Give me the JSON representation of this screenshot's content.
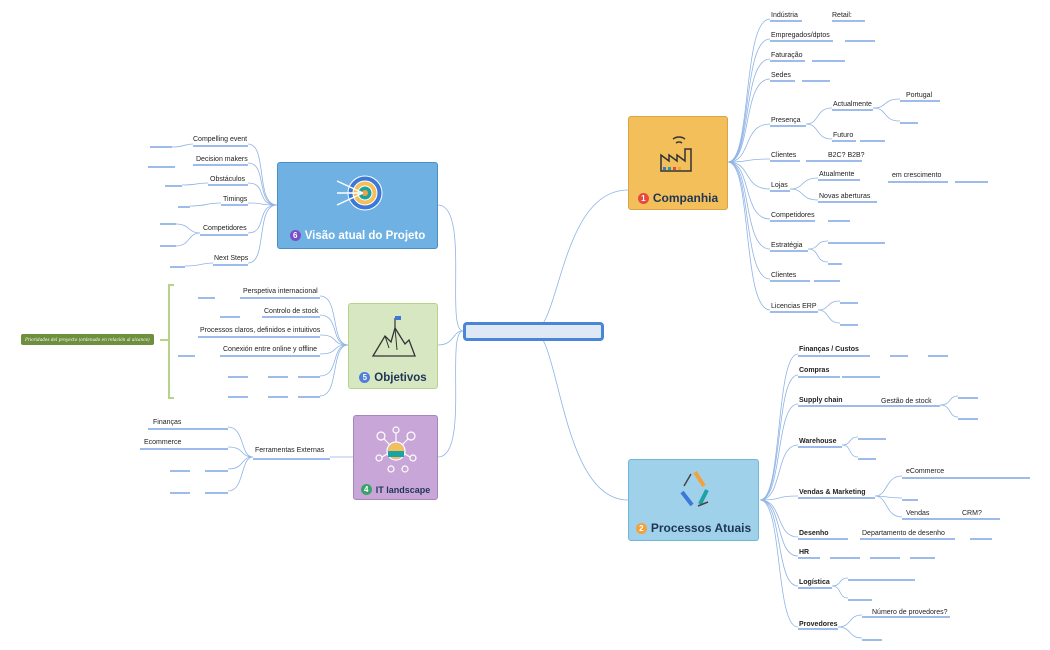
{
  "central_topic": {
    "text": ""
  },
  "hubs": {
    "companhia": {
      "num": "1",
      "title": "Companhia",
      "color": "#f2bf5b",
      "num_color": "#e8493f"
    },
    "processos": {
      "num": "2",
      "title": "Processos Atuais",
      "color": "#9fd2ea",
      "num_color": "#f2a23c"
    },
    "it": {
      "num": "4",
      "title": "IT landscape",
      "color": "#c9a6d8",
      "num_color": "#3aa36a"
    },
    "objetivos": {
      "num": "5",
      "title": "Objetivos",
      "color": "#d7e7c2",
      "num_color": "#4f7fd6"
    },
    "visao": {
      "num": "6",
      "title": "Visão atual do Projeto",
      "color": "#6fb1e3",
      "num_color": "#7a4fc6"
    }
  },
  "companhia": {
    "industria": "Indústria",
    "retail": "Retail:",
    "empregados": "Empregados/dptos",
    "faturacao": "Faturação",
    "sedes": "Sedes",
    "presenca": "Presença",
    "actualmente": "Actualmente",
    "portugal": "Portugal",
    "futuro": "Futuro",
    "clientes": "Clientes",
    "b2c_b2b": "B2C? B2B?",
    "lojas": "Lojas",
    "atualmente": "Atualmente",
    "em_crescimento": "em crescimento",
    "novas_aberturas": "Novas aberturas",
    "competidores": "Competidores",
    "estrategia": "Estratégia",
    "clientes2": "Clientes",
    "licencias_erp": "Licencias ERP"
  },
  "processos": {
    "financas_custos": "Finanças / Custos",
    "compras": "Compras",
    "supply_chain": "Supply chain",
    "gestao_stock": "Gestão de stock",
    "warehouse": "Warehouse",
    "vendas_marketing": "Vendas & Marketing",
    "ecommerce": "eCommerce",
    "vendas": "Vendas",
    "crm": "CRM?",
    "desenho": "Desenho",
    "departamento_desenho": "Departamento de desenho",
    "hr": "HR",
    "logistica": "Logística",
    "provedores": "Provedores",
    "numero_provedores": "Número de provedores?"
  },
  "visao": {
    "compelling_event": "Compelling event",
    "decision_makers": "Decision makers",
    "obstaculos": "Obstáculos",
    "timings": "Timings",
    "competidores": "Competidores",
    "next_steps": "Next Steps"
  },
  "objetivos": {
    "perspetiva": "Perspetiva internacional",
    "controlo_stock": "Controlo de stock",
    "processos_claros": "Processos claros, definidos e intuitivos",
    "conexion": "Conexión entre online y offline",
    "note": "Prioridades del proyecto (ordenado en relación al alcance)"
  },
  "it": {
    "ferramentas": "Ferramentas Externas",
    "financas": "Finanças",
    "ecommerce": "Ecommerce"
  },
  "colors": {
    "line": "#3b78d8",
    "connector": "#8fb3e6",
    "bracket": "#b5d389"
  }
}
